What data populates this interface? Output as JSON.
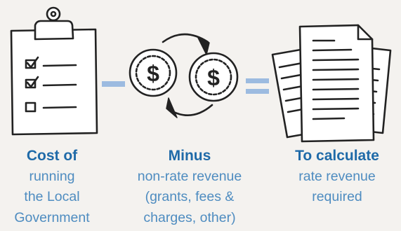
{
  "colors": {
    "background": "#f4f2ef",
    "heading": "#1f6aa8",
    "body_text": "#4e8cc0",
    "operator": "#9cbbe0",
    "ink": "#222222"
  },
  "icons": [
    "clipboard-checklist-icon",
    "coins-exchange-icon",
    "documents-stack-icon"
  ],
  "operators": [
    "minus",
    "equals"
  ],
  "steps": [
    {
      "heading": "Cost of",
      "lines": [
        "running",
        "the Local",
        "Government"
      ]
    },
    {
      "heading": "Minus",
      "lines": [
        "non-rate revenue",
        "(grants, fees &",
        "charges, other)"
      ]
    },
    {
      "heading": "To calculate",
      "lines": [
        "rate revenue",
        "required"
      ]
    }
  ]
}
